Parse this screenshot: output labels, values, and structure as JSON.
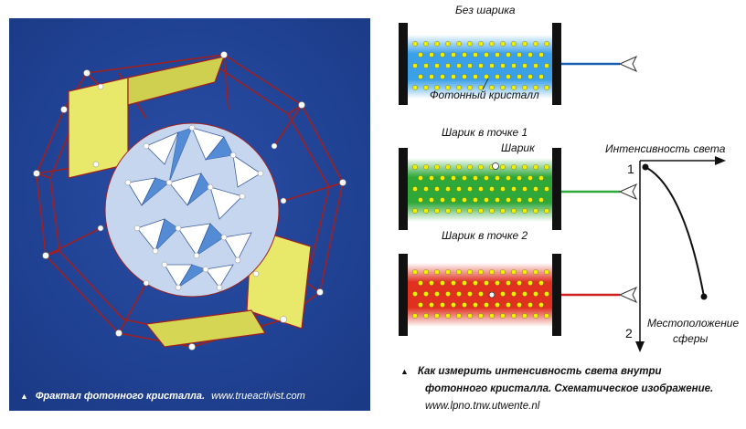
{
  "photo": {
    "caption_marker": "▲",
    "caption_title": "Фрактал фотонного кристалла.",
    "caption_url": "www.trueactivist.com"
  },
  "diagram": {
    "panel_top_title": "Без шарика",
    "panel_top_label": "Фотонный кристалл",
    "panel_mid_title": "Шарик в точке 1",
    "panel_mid_ball_label": "Шарик",
    "panel_bottom_title": "Шарик в точке 2",
    "colors": {
      "blue": "#3aa0e8",
      "green": "#2fa83a",
      "red": "#e03020",
      "dot": "#f0f000"
    },
    "graph": {
      "y_axis_label": "Интенсивность света",
      "x_axis_label_line1": "Местоположение",
      "x_axis_label_line2": "сферы",
      "point1": "1",
      "point2": "2"
    }
  },
  "diagram_caption": {
    "marker": "▲",
    "line1": "Как измерить интенсивность света внутри",
    "line2": "фотонного кристалла. Схематическое изображение.",
    "line3": "www.lpno.tnw.utwente.nl"
  }
}
